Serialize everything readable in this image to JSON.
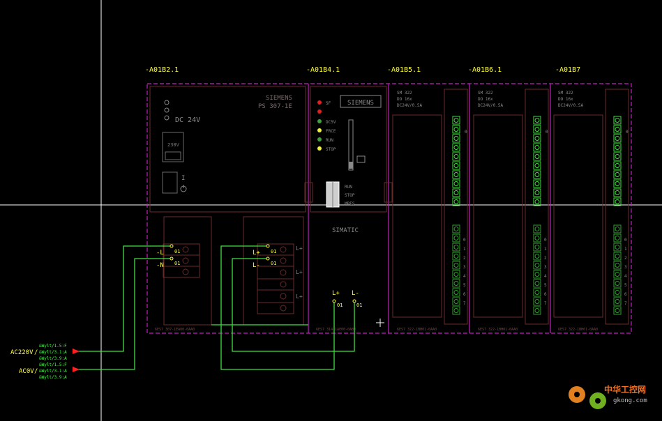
{
  "modules": [
    {
      "id": "-A01B2.1"
    },
    {
      "id": "-A01B4.1"
    },
    {
      "id": "-A01B5.1"
    },
    {
      "id": "-A01B6.1"
    },
    {
      "id": "-A01B7"
    }
  ],
  "ps": {
    "brand": "SIEMENS",
    "model": "PS 307-1E",
    "dc_label": "DC 24V",
    "voltage_label": "230V",
    "switch_label": "I",
    "part_number": "6ES7 307-1EA00-0AA0",
    "term_l": "-L",
    "term_n": "-N",
    "term_no_l": "01",
    "term_no_n": "01",
    "term_lp": "L+",
    "term_lm": "L-",
    "term_no_lp": "01",
    "term_no_lm": "01",
    "side_lp1": "L+",
    "side_lp2": "L+",
    "side_lp3": "L+"
  },
  "cpu": {
    "brand": "SIEMENS",
    "leds": [
      "SF",
      "",
      "DC5V",
      "FRCE",
      "RUN",
      "STOP"
    ],
    "switch_pos": [
      "RUN",
      "STOP",
      "MRES"
    ],
    "simatic": "SIMATIC",
    "term_lp": "L+",
    "term_lm": "L-",
    "term_no_lp": "01",
    "term_no_lm": "01",
    "part_number": "6ES7 314-1AE00-0AB0"
  },
  "io_modules": [
    {
      "line1": "SM 322",
      "line2": "DO 16x",
      "line3": "DC24V/0.5A",
      "part_number": "6ES7 322-1BH01-0AA0"
    },
    {
      "line1": "SM 322",
      "line2": "DO 16x",
      "line3": "DC24V/0.5A",
      "part_number": "6ES7 322-1BH01-0AA0"
    },
    {
      "line1": "SM 322",
      "line2": "DO 16x",
      "line3": "DC24V/0.5A",
      "part_number": "6ES7 322-1BH01-0AA0"
    }
  ],
  "io_top_label": "0",
  "io_bottom_labels": [
    "0",
    "1",
    "2",
    "3",
    "4",
    "5",
    "6",
    "7"
  ],
  "cross_refs": {
    "ac220_label": "AC220V",
    "ac220_refs": [
      "&Wylt/1.5:F",
      "&Wylt/3.1:A",
      "&Wylt/3.9:A"
    ],
    "ac0_label": "AC0V",
    "ac0_refs": [
      "&Wylt/1.5:F",
      "&Wylt/3.1:A",
      "&Wylt/3.9:A"
    ]
  },
  "watermark": {
    "text": "中华工控网",
    "url": "gkong.com"
  },
  "colors": {
    "dashed_frame": "#c020c0",
    "wire": "#40e040",
    "label_yellow": "#ffff40",
    "body_line": "#6a2a2a",
    "cross_ref_green": "#40ff40",
    "arrow_red": "#ff2020"
  }
}
